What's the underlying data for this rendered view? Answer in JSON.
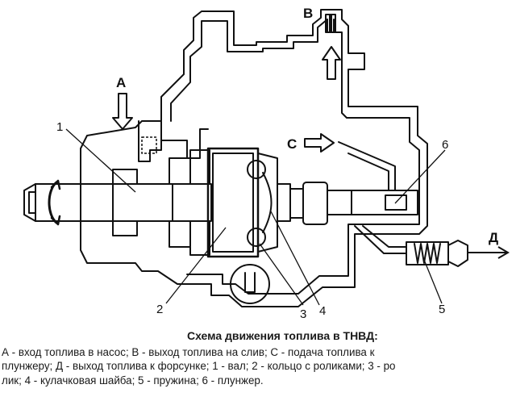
{
  "diagram": {
    "callouts": {
      "A": "А",
      "B": "В",
      "C": "С",
      "D": "Д"
    },
    "parts": [
      "1",
      "2",
      "3",
      "4",
      "5",
      "6"
    ]
  },
  "caption": {
    "title": "Схема движения топлива в ТНВД:",
    "line1": "А - вход топлива в насос; В - выход топлива на слив; С - подача топлива к",
    "line2": "плунжеру; Д - выход топлива к форсунке; 1 - вал; 2 - кольцо с роликами; 3 - ро",
    "line3": "лик; 4 - кулачковая шайба; 5 - пружина; 6 - плунжер."
  }
}
